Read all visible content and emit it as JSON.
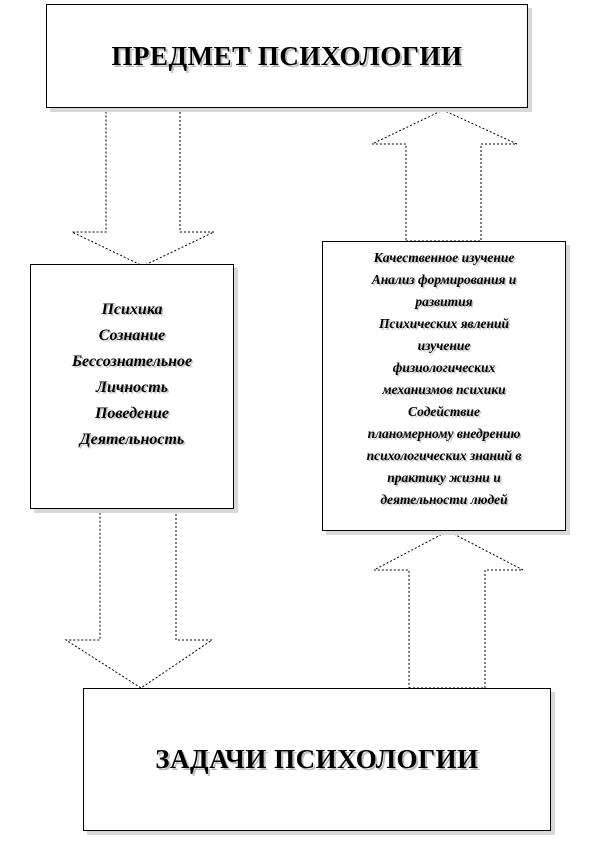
{
  "top_box": {
    "title": "ПРЕДМЕТ ПСИХОЛОГИИ"
  },
  "left_box": {
    "items": [
      "Психика",
      "Сознание",
      "Бессознательное",
      "Личность",
      "Поведение",
      "Деятельность"
    ]
  },
  "right_box": {
    "lines": [
      "Качественное изучение",
      "Анализ формирования и",
      "развития",
      "Психических явлений",
      "изучение",
      "физиологических",
      "механизмов психики",
      "Содействие",
      "планомерному внедрению",
      "психологических знаний в",
      "практику жизни и",
      "деятельности людей"
    ]
  },
  "bottom_box": {
    "title": "ЗАДАЧИ ПСИХОЛОГИИ"
  }
}
